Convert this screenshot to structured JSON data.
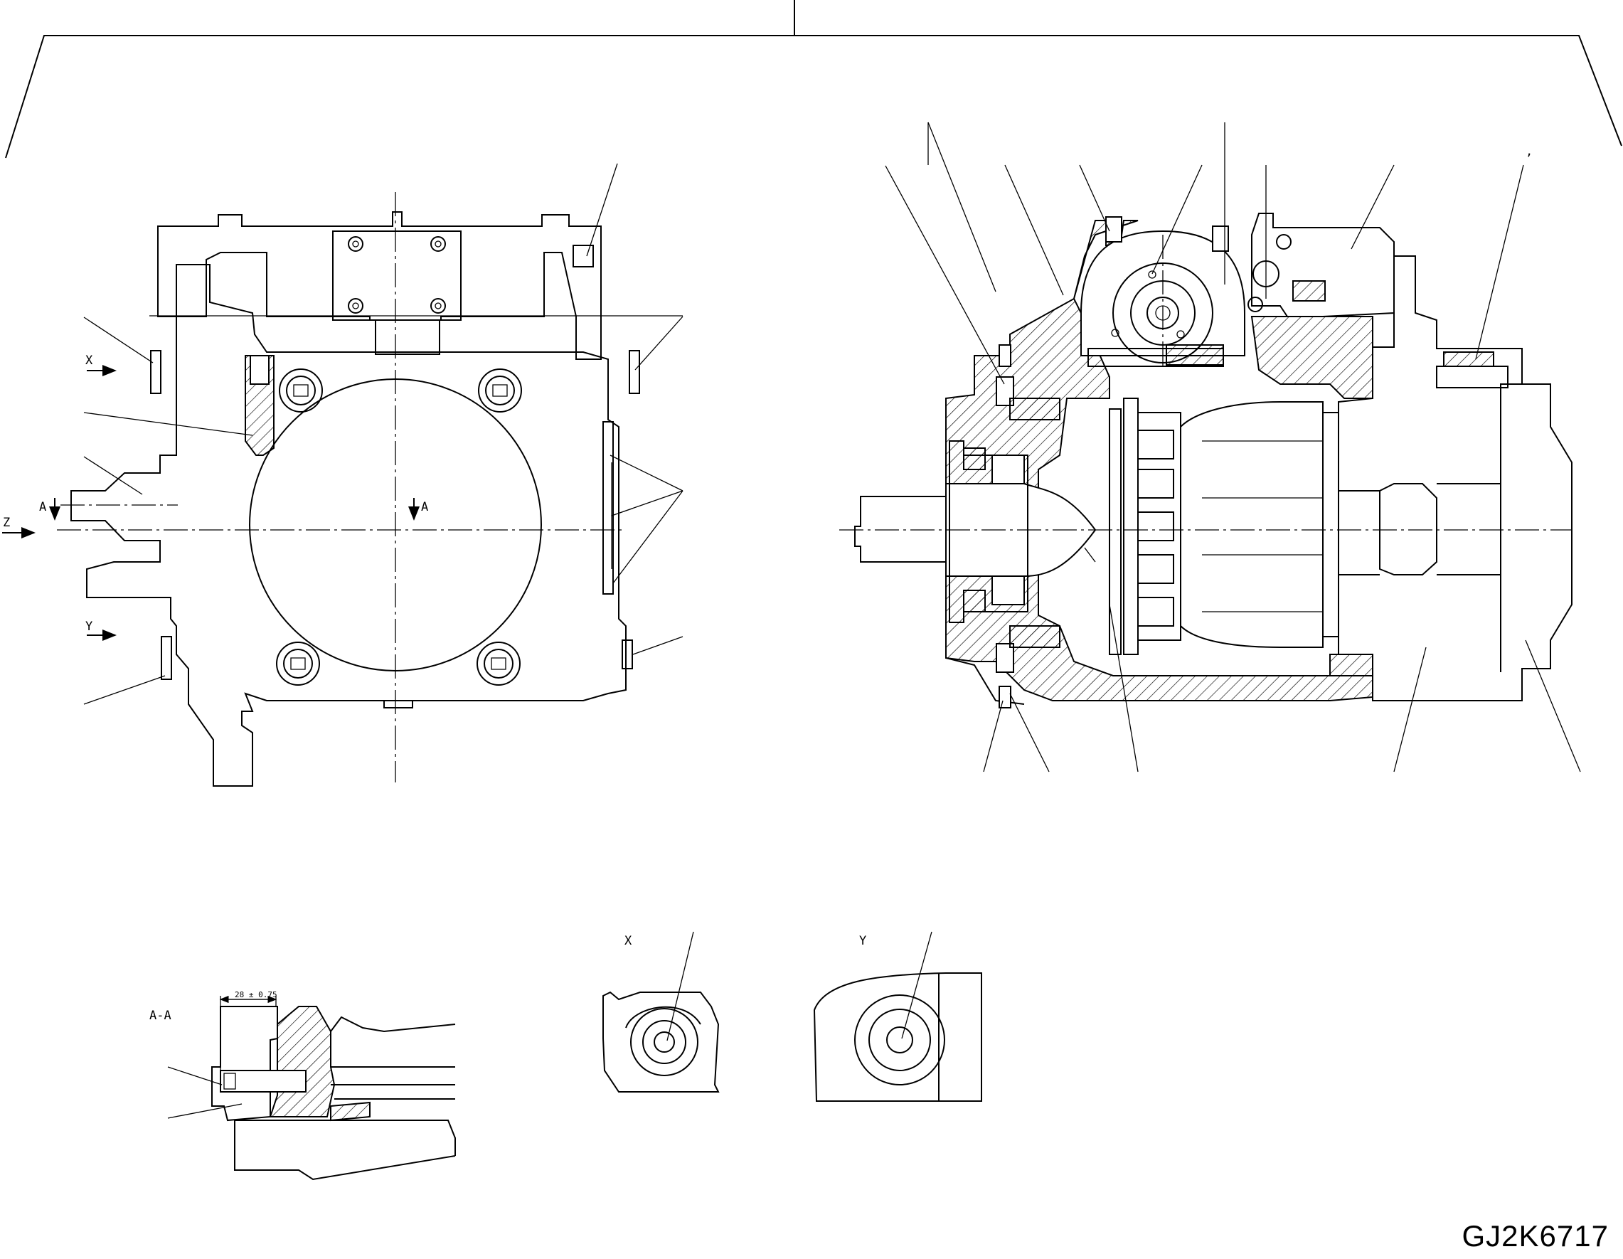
{
  "drawing_code": "GJ2K6717",
  "main_view": {
    "labels": {
      "x": "X",
      "y": "Y",
      "a_top": "A",
      "a_bottom": "A",
      "z": "Z"
    }
  },
  "section_view": {
    "mark": ","
  },
  "detail_aa": {
    "title": "A-A",
    "dimension": "28 ± 0.75"
  },
  "detail_x": {
    "title": "X"
  },
  "detail_y": {
    "title": "Y"
  }
}
